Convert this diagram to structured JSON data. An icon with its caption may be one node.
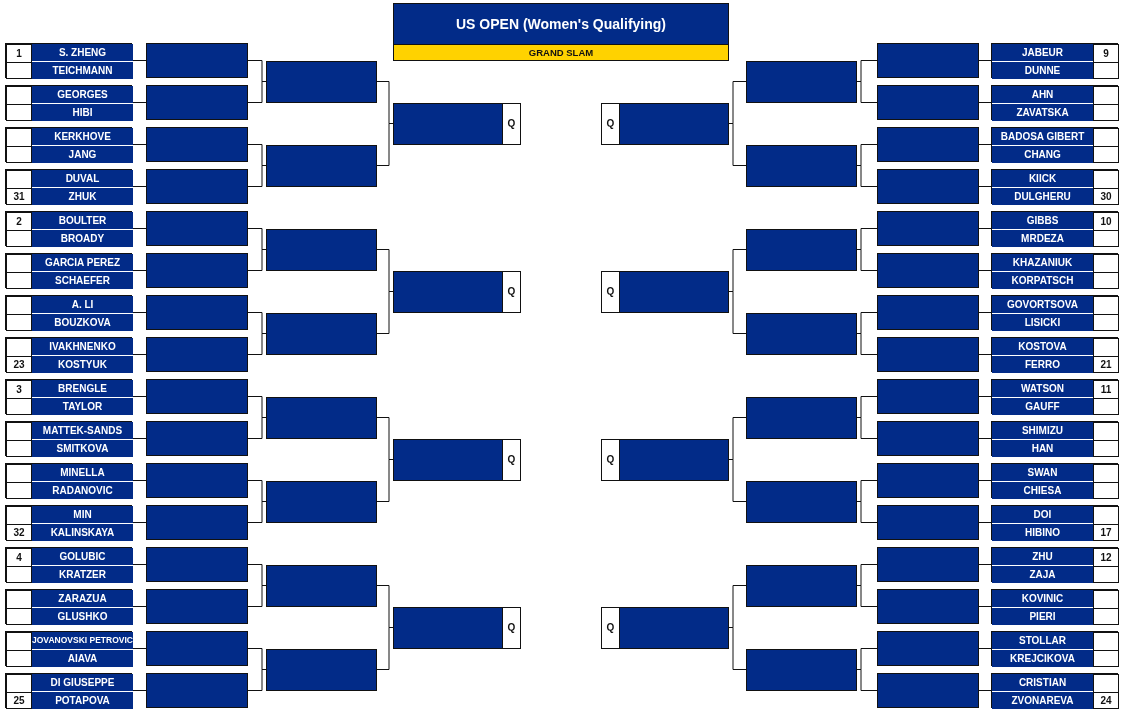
{
  "diagram": {
    "title": "US OPEN (Women's Qualifying)",
    "nodes": [
      {
        "text": [
          "GRAND SLAM"
        ]
      },
      {
        "text": [],
        "shape": "box"
      },
      {
        "text": [
          "S. ZHENG"
        ],
        "in": 1,
        "beside": [
          "1"
        ]
      },
      {
        "text": [
          "TEICHMANN"
        ],
        "in": 1
      },
      {
        "text": [],
        "shape": "box"
      },
      {
        "text": [
          "GEORGES"
        ],
        "in": 4
      },
      {
        "text": [
          "HIBI"
        ],
        "in": 4
      },
      {
        "text": [],
        "shape": "box"
      },
      {
        "text": [
          "KERKHOVE"
        ],
        "in": 7
      },
      {
        "text": [
          "JANG"
        ],
        "in": 7
      },
      {
        "text": [],
        "shape": "box"
      },
      {
        "text": [
          "DUVAL"
        ],
        "in": 10
      },
      {
        "text": [
          "ZHUK"
        ],
        "in": 10,
        "beside": [
          "31"
        ]
      },
      {
        "text": [],
        "shape": "box"
      },
      {
        "text": [
          "BOULTER"
        ],
        "in": 13,
        "beside": [
          "2"
        ]
      },
      {
        "text": [
          "BROADY"
        ],
        "in": 13
      },
      {
        "text": [],
        "shape": "box"
      },
      {
        "text": [
          "GARCIA PEREZ"
        ],
        "in": 16
      },
      {
        "text": [
          "SCHAEFER"
        ],
        "in": 16
      },
      {
        "text": [],
        "shape": "box"
      },
      {
        "text": [
          "A. LI"
        ],
        "in": 19
      },
      {
        "text": [
          "BOUZKOVA"
        ],
        "in": 19
      },
      {
        "text": [],
        "shape": "box"
      },
      {
        "text": [
          "IVAKHNENKO"
        ],
        "in": 22
      },
      {
        "text": [
          "KOSTYUK"
        ],
        "in": 22,
        "beside": [
          "23"
        ]
      },
      {
        "text": [],
        "shape": "box"
      },
      {
        "text": [
          "BRENGLE"
        ],
        "in": 25,
        "beside": [
          "3"
        ]
      },
      {
        "text": [
          "TAYLOR"
        ],
        "in": 25
      },
      {
        "text": [],
        "shape": "box"
      },
      {
        "text": [
          "MATTEK-SANDS"
        ],
        "in": 28
      },
      {
        "text": [
          "SMITKOVA"
        ],
        "in": 28
      },
      {
        "text": [],
        "shape": "box"
      },
      {
        "text": [
          "MINELLA"
        ],
        "in": 31
      },
      {
        "text": [
          "RADANOVIC"
        ],
        "in": 31
      },
      {
        "text": [],
        "shape": "box"
      },
      {
        "text": [
          "MIN"
        ],
        "in": 34
      },
      {
        "text": [
          "KALINSKAYA"
        ],
        "in": 34,
        "beside": [
          "32"
        ]
      },
      {
        "text": [],
        "shape": "box"
      },
      {
        "text": [
          "GOLUBIC"
        ],
        "in": 37,
        "beside": [
          "4"
        ]
      },
      {
        "text": [
          "KRATZER"
        ],
        "in": 37
      },
      {
        "text": [],
        "shape": "box"
      },
      {
        "text": [
          "ZARAZUA"
        ],
        "in": 40
      },
      {
        "text": [
          "GLUSHKO"
        ],
        "in": 40
      },
      {
        "text": [],
        "shape": "box"
      },
      {
        "text": [
          "JOVANOVSKI PETROVIC"
        ],
        "in": 43
      },
      {
        "text": [
          "AIAVA"
        ],
        "in": 43
      },
      {
        "text": [],
        "shape": "box"
      },
      {
        "text": [
          "DI GIUSEPPE"
        ],
        "in": 46
      },
      {
        "text": [
          "POTAPOVA"
        ],
        "in": 46,
        "beside": [
          "25"
        ]
      },
      {
        "text": [],
        "shape": "box"
      },
      {
        "text": [],
        "shape": "box"
      },
      {
        "text": [],
        "shape": "box"
      },
      {
        "text": [],
        "shape": "box"
      },
      {
        "text": [],
        "shape": "box"
      },
      {
        "text": [],
        "shape": "box"
      },
      {
        "text": [],
        "shape": "box"
      },
      {
        "text": [],
        "shape": "box"
      },
      {
        "text": [],
        "shape": "box"
      },
      {
        "text": [],
        "shape": "box"
      },
      {
        "text": [],
        "shape": "box"
      },
      {
        "text": [],
        "shape": "box"
      },
      {
        "text": [],
        "shape": "box"
      },
      {
        "text": [],
        "shape": "box"
      },
      {
        "text": [],
        "shape": "box"
      },
      {
        "text": [],
        "shape": "box"
      },
      {
        "text": [],
        "shape": "box"
      },
      {
        "text": [],
        "shape": "box"
      },
      {
        "text": [],
        "shape": "box"
      },
      {
        "text": [],
        "shape": "box"
      },
      {
        "text": [],
        "shape": "box"
      },
      {
        "text": [],
        "shape": "box"
      },
      {
        "text": [],
        "shape": "box"
      },
      {
        "text": [],
        "shape": "box"
      },
      {
        "text": [
          "Q"
        ]
      },
      {
        "text": [
          "Q"
        ]
      },
      {
        "text": [
          "Q"
        ]
      },
      {
        "text": [
          "Q"
        ]
      },
      {
        "text": [],
        "shape": "box"
      },
      {
        "text": [
          "JABEUR"
        ],
        "in": 77,
        "beside": [
          "9"
        ]
      },
      {
        "text": [
          "DUNNE"
        ],
        "in": 77
      },
      {
        "text": [],
        "shape": "box"
      },
      {
        "text": [
          "AHN"
        ],
        "in": 80
      },
      {
        "text": [
          "ZAVATSKA"
        ],
        "in": 80
      },
      {
        "text": [],
        "shape": "box"
      },
      {
        "text": [
          "BADOSA GIBERT"
        ],
        "in": 83
      },
      {
        "text": [
          "CHANG"
        ],
        "in": 83
      },
      {
        "text": [],
        "shape": "box"
      },
      {
        "text": [
          "KIICK"
        ],
        "in": 86
      },
      {
        "text": [
          "DULGHERU"
        ],
        "in": 86,
        "beside": [
          "30"
        ]
      },
      {
        "text": [],
        "shape": "box"
      },
      {
        "text": [
          "GIBBS"
        ],
        "in": 89,
        "beside": [
          "10"
        ]
      },
      {
        "text": [
          "MRDEZA"
        ],
        "in": 89
      },
      {
        "text": [],
        "shape": "box"
      },
      {
        "text": [
          "KHAZANIUK"
        ],
        "in": 92
      },
      {
        "text": [
          "KORPATSCH"
        ],
        "in": 92
      },
      {
        "text": [],
        "shape": "box"
      },
      {
        "text": [
          "GOVORTSOVA"
        ],
        "in": 95
      },
      {
        "text": [
          "LISICKI"
        ],
        "in": 95
      },
      {
        "text": [],
        "shape": "box"
      },
      {
        "text": [
          "KOSTOVA"
        ],
        "in": 98
      },
      {
        "text": [
          "FERRO"
        ],
        "in": 98,
        "beside": [
          "21"
        ]
      },
      {
        "text": [],
        "shape": "box"
      },
      {
        "text": [
          "WATSON"
        ],
        "in": 101,
        "beside": [
          "11"
        ]
      },
      {
        "text": [
          "GAUFF"
        ],
        "in": 101
      },
      {
        "text": [],
        "shape": "box"
      },
      {
        "text": [
          "SHIMIZU"
        ],
        "in": 104
      },
      {
        "text": [
          "HAN"
        ],
        "in": 104
      },
      {
        "text": [],
        "shape": "box"
      },
      {
        "text": [
          "SWAN"
        ],
        "in": 107
      },
      {
        "text": [
          "CHIESA"
        ],
        "in": 107
      },
      {
        "text": [],
        "shape": "box"
      },
      {
        "text": [
          "DOI"
        ],
        "in": 110
      },
      {
        "text": [
          "HIBINO"
        ],
        "in": 110,
        "beside": [
          "17"
        ]
      },
      {
        "text": [],
        "shape": "box"
      },
      {
        "text": [
          "ZHU"
        ],
        "in": 113,
        "beside": [
          "12"
        ]
      },
      {
        "text": [
          "ZAJA"
        ],
        "in": 113
      },
      {
        "text": [],
        "shape": "box"
      },
      {
        "text": [
          "KOVINIC"
        ],
        "in": 116
      },
      {
        "text": [
          "PIERI"
        ],
        "in": 116
      },
      {
        "text": [],
        "shape": "box"
      },
      {
        "text": [
          "STOLLAR"
        ],
        "in": 119
      },
      {
        "text": [
          "KREJCIKOVA"
        ],
        "in": 119
      },
      {
        "text": [],
        "shape": "box"
      },
      {
        "text": [
          "CRISTIAN"
        ],
        "in": 122
      },
      {
        "text": [
          "ZVONAREVA"
        ],
        "in": 122,
        "beside": [
          "24"
        ]
      },
      {
        "text": [],
        "shape": "box"
      },
      {
        "text": [],
        "shape": "box"
      },
      {
        "text": [],
        "shape": "box"
      },
      {
        "text": [],
        "shape": "box"
      },
      {
        "text": [],
        "shape": "box"
      },
      {
        "text": [],
        "shape": "box"
      },
      {
        "text": [],
        "shape": "box"
      },
      {
        "text": [],
        "shape": "box"
      },
      {
        "text": [],
        "shape": "box"
      },
      {
        "text": [],
        "shape": "box"
      },
      {
        "text": [],
        "shape": "box"
      },
      {
        "text": [],
        "shape": "box"
      },
      {
        "text": [],
        "shape": "box"
      },
      {
        "text": [],
        "shape": "box"
      },
      {
        "text": [],
        "shape": "box"
      },
      {
        "text": [],
        "shape": "box"
      },
      {
        "text": [],
        "shape": "box"
      },
      {
        "text": [],
        "shape": "box"
      },
      {
        "text": [],
        "shape": "box"
      },
      {
        "text": [],
        "shape": "box"
      },
      {
        "text": [],
        "shape": "box"
      },
      {
        "text": [],
        "shape": "box"
      },
      {
        "text": [],
        "shape": "box"
      },
      {
        "text": [],
        "shape": "box"
      },
      {
        "text": [
          "Q"
        ]
      },
      {
        "text": [
          "Q"
        ]
      },
      {
        "text": [
          "Q"
        ]
      },
      {
        "text": [
          "Q"
        ]
      }
    ],
    "edges": [
      {
        "from": 1,
        "to": 49,
        "arrow": "none"
      },
      {
        "from": 4,
        "to": 50,
        "arrow": "none"
      },
      {
        "from": 7,
        "to": 51,
        "arrow": "none"
      },
      {
        "from": 10,
        "to": 52,
        "arrow": "none"
      },
      {
        "from": 13,
        "to": 53,
        "arrow": "none"
      },
      {
        "from": 16,
        "to": 54,
        "arrow": "none"
      },
      {
        "from": 19,
        "to": 55,
        "arrow": "none"
      },
      {
        "from": 22,
        "to": 56,
        "arrow": "none"
      },
      {
        "from": 25,
        "to": 57,
        "arrow": "none"
      },
      {
        "from": 28,
        "to": 58,
        "arrow": "none"
      },
      {
        "from": 31,
        "to": 59,
        "arrow": "none"
      },
      {
        "from": 34,
        "to": 60,
        "arrow": "none"
      },
      {
        "from": 37,
        "to": 61,
        "arrow": "none"
      },
      {
        "from": 40,
        "to": 62,
        "arrow": "none"
      },
      {
        "from": 43,
        "to": 63,
        "arrow": "none"
      },
      {
        "from": 46,
        "to": 64,
        "arrow": "none"
      },
      {
        "from": 49,
        "to": 65,
        "arrow": "none"
      },
      {
        "from": 50,
        "to": 65,
        "arrow": "none"
      },
      {
        "from": 51,
        "to": 66,
        "arrow": "none"
      },
      {
        "from": 52,
        "to": 66,
        "arrow": "none"
      },
      {
        "from": 53,
        "to": 67,
        "arrow": "none"
      },
      {
        "from": 54,
        "to": 67,
        "arrow": "none"
      },
      {
        "from": 55,
        "to": 68,
        "arrow": "none"
      },
      {
        "from": 56,
        "to": 68,
        "arrow": "none"
      },
      {
        "from": 57,
        "to": 69,
        "arrow": "none"
      },
      {
        "from": 58,
        "to": 69,
        "arrow": "none"
      },
      {
        "from": 59,
        "to": 70,
        "arrow": "none"
      },
      {
        "from": 60,
        "to": 70,
        "arrow": "none"
      },
      {
        "from": 61,
        "to": 71,
        "arrow": "none"
      },
      {
        "from": 62,
        "to": 71,
        "arrow": "none"
      },
      {
        "from": 63,
        "to": 72,
        "arrow": "none"
      },
      {
        "from": 64,
        "to": 72,
        "arrow": "none"
      },
      {
        "from": 65,
        "to": 73,
        "arrow": "none"
      },
      {
        "from": 66,
        "to": 73,
        "arrow": "none"
      },
      {
        "from": 67,
        "to": 74,
        "arrow": "none"
      },
      {
        "from": 68,
        "to": 74,
        "arrow": "none"
      },
      {
        "from": 69,
        "to": 75,
        "arrow": "none"
      },
      {
        "from": 70,
        "to": 75,
        "arrow": "none"
      },
      {
        "from": 71,
        "to": 76,
        "arrow": "none"
      },
      {
        "from": 72,
        "to": 76,
        "arrow": "none"
      },
      {
        "from": 77,
        "to": 125,
        "arrow": "none"
      },
      {
        "from": 80,
        "to": 126,
        "arrow": "none"
      },
      {
        "from": 83,
        "to": 127,
        "arrow": "none"
      },
      {
        "from": 86,
        "to": 128,
        "arrow": "none"
      },
      {
        "from": 89,
        "to": 129,
        "arrow": "none"
      },
      {
        "from": 92,
        "to": 130,
        "arrow": "none"
      },
      {
        "from": 95,
        "to": 131,
        "arrow": "none"
      },
      {
        "from": 98,
        "to": 132,
        "arrow": "none"
      },
      {
        "from": 101,
        "to": 133,
        "arrow": "none"
      },
      {
        "from": 104,
        "to": 134,
        "arrow": "none"
      },
      {
        "from": 107,
        "to": 135,
        "arrow": "none"
      },
      {
        "from": 110,
        "to": 136,
        "arrow": "none"
      },
      {
        "from": 113,
        "to": 137,
        "arrow": "none"
      },
      {
        "from": 116,
        "to": 138,
        "arrow": "none"
      },
      {
        "from": 119,
        "to": 139,
        "arrow": "none"
      },
      {
        "from": 122,
        "to": 140,
        "arrow": "none"
      },
      {
        "from": 125,
        "to": 141,
        "arrow": "none"
      },
      {
        "from": 126,
        "to": 141,
        "arrow": "none"
      },
      {
        "from": 127,
        "to": 142,
        "arrow": "none"
      },
      {
        "from": 128,
        "to": 142,
        "arrow": "none"
      },
      {
        "from": 129,
        "to": 143,
        "arrow": "none"
      },
      {
        "from": 130,
        "to": 143,
        "arrow": "none"
      },
      {
        "from": 131,
        "to": 144,
        "arrow": "none"
      },
      {
        "from": 132,
        "to": 144,
        "arrow": "none"
      },
      {
        "from": 133,
        "to": 145,
        "arrow": "none"
      },
      {
        "from": 134,
        "to": 145,
        "arrow": "none"
      },
      {
        "from": 135,
        "to": 146,
        "arrow": "none"
      },
      {
        "from": 136,
        "to": 146,
        "arrow": "none"
      },
      {
        "from": 137,
        "to": 147,
        "arrow": "none"
      },
      {
        "from": 138,
        "to": 147,
        "arrow": "none"
      },
      {
        "from": 139,
        "to": 148,
        "arrow": "none"
      },
      {
        "from": 140,
        "to": 148,
        "arrow": "none"
      },
      {
        "from": 141,
        "to": 149,
        "arrow": "none"
      },
      {
        "from": 142,
        "to": 149,
        "arrow": "none"
      },
      {
        "from": 143,
        "to": 150,
        "arrow": "none"
      },
      {
        "from": 144,
        "to": 150,
        "arrow": "none"
      },
      {
        "from": 145,
        "to": 151,
        "arrow": "none"
      },
      {
        "from": 146,
        "to": 151,
        "arrow": "none"
      },
      {
        "from": 147,
        "to": 152,
        "arrow": "none"
      },
      {
        "from": 148,
        "to": 152,
        "arrow": "none"
      }
    ]
  }
}
